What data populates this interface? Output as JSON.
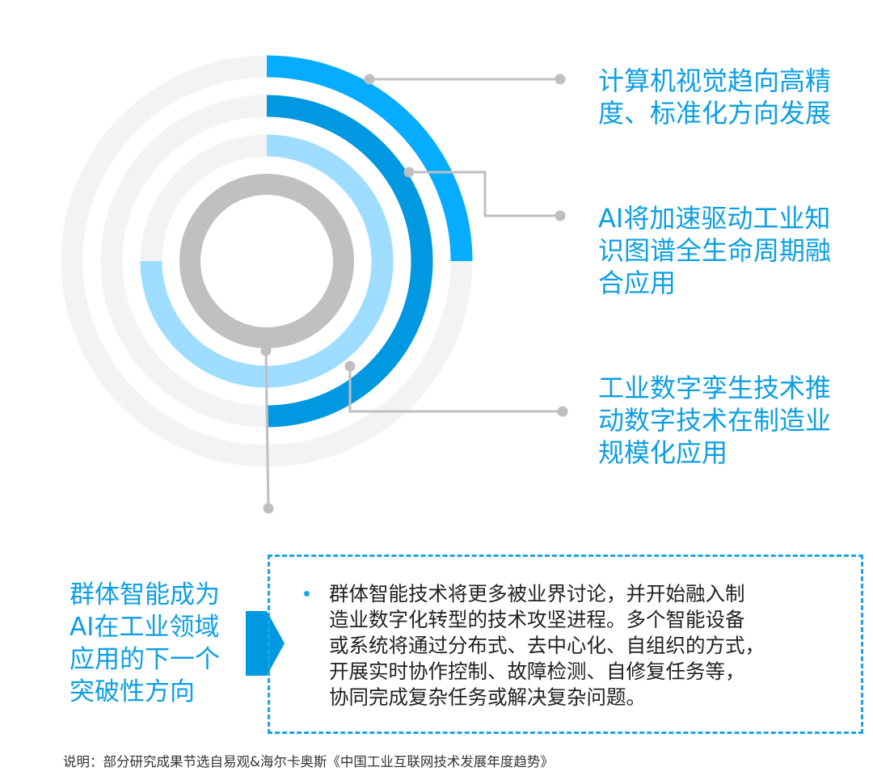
{
  "colors": {
    "ring_bright_blue": "#06ADFF",
    "ring_dark_blue": "#0098E0",
    "ring_light_blue": "#9EDDFF",
    "ring_gray": "#C0C0C0",
    "ring_track": "#F3F3F3",
    "connector": "#BFBFBF",
    "accent_text": "#0C9FE3",
    "dashed_border": "#1BA4E8"
  },
  "rings": [
    {
      "name": "outer",
      "radius": 241,
      "coverage_degrees": 90,
      "color": "#06ADFF"
    },
    {
      "name": "second",
      "radius": 192,
      "coverage_degrees": 180,
      "color": "#0098E0"
    },
    {
      "name": "third",
      "radius": 143,
      "coverage_degrees": 270,
      "color": "#9EDDFF"
    },
    {
      "name": "inner",
      "radius": 95,
      "coverage_degrees": 360,
      "color": "#C0C0C0"
    }
  ],
  "callouts": [
    {
      "lines": [
        "计算机视觉趋向高精",
        "度、标准化方向发展"
      ]
    },
    {
      "lines": [
        "AI将加速驱动工业知",
        "识图谱全生命周期融",
        "合应用"
      ]
    },
    {
      "lines": [
        "工业数字孪生技术推",
        "动数字技术在制造业",
        "规模化应用"
      ]
    }
  ],
  "headline": {
    "lines": [
      "群体智能成为",
      "AI在工业领域",
      "应用的下一个",
      "突破性方向"
    ]
  },
  "detail": {
    "bullet": "•",
    "lines": [
      "群体智能技术将更多被业界讨论，并开始融入制",
      "造业数字化转型的技术攻坚进程。多个智能设备",
      "或系统将通过分布式、去中心化、自组织的方式，",
      "开展实时协作控制、故障检测、自修复任务等，",
      "协同完成复杂任务或解决复杂问题。"
    ]
  },
  "footnote": "说明：部分研究成果节选自易观&海尔卡奥斯《中国工业互联网技术发展年度趋势》"
}
